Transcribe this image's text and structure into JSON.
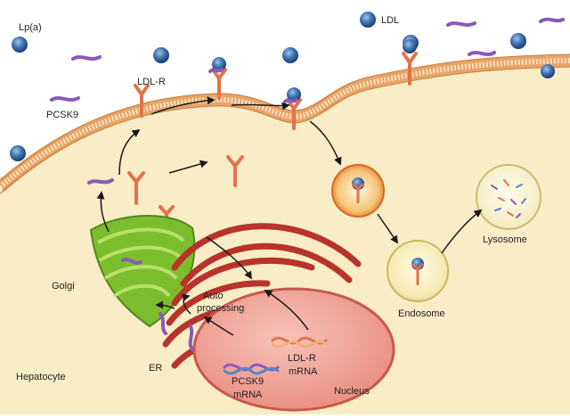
{
  "diagram": {
    "labels": {
      "lpa": "Lp(a)",
      "ldl": "LDL",
      "ldl_r": "LDL-R",
      "pcsk9": "PCSK9",
      "golgi": "Golgi",
      "auto": "Auto",
      "processing": "processing",
      "er": "ER",
      "hepatocyte": "Hepatocyte",
      "pcsk9_mrna_line1": "PCSK9",
      "pcsk9_mrna_line2": "mRNA",
      "ldlr_mrna_line1": "LDL-R",
      "ldlr_mrna_line2": "mRNA",
      "nucleus": "Nucleus",
      "endosome": "Endosome",
      "lysosome": "Lysosome"
    },
    "colors": {
      "cytoplasm": "#f8edc6",
      "membrane": "#e6a064",
      "receptor": "#e0734a",
      "pcsk9": "#8a5ab8",
      "lipoprotein": "#2f5f9a",
      "golgi": "#7cbd2e",
      "er": "#c0392b",
      "nucleus": "#f2a29a"
    }
  }
}
